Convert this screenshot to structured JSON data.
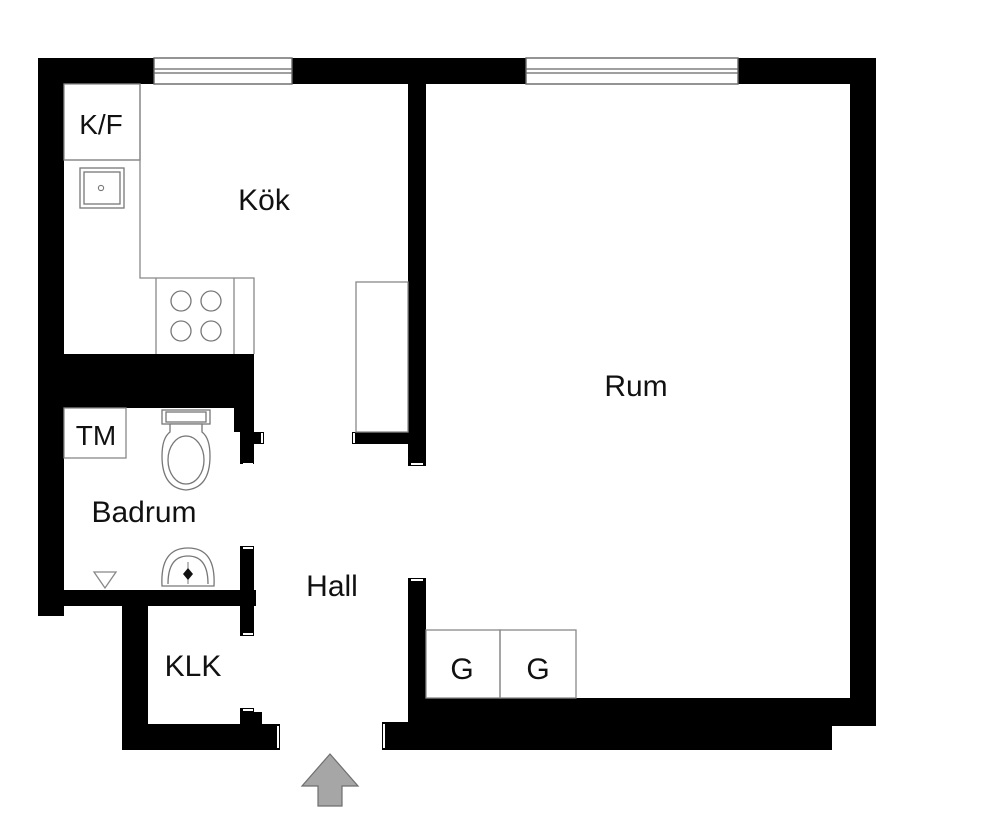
{
  "rooms": {
    "kok": "Kök",
    "rum": "Rum",
    "badrum": "Badrum",
    "hall": "Hall",
    "klk": "KLK"
  },
  "fixtures": {
    "kf": "K/F",
    "tm": "TM",
    "g1": "G",
    "g2": "G"
  },
  "colors": {
    "wall": "#000000",
    "background": "#ffffff",
    "fixture_line": "#777777",
    "entrance_arrow": "#a6a6a6"
  },
  "icons": {
    "entrance": "entrance-arrow-icon"
  }
}
